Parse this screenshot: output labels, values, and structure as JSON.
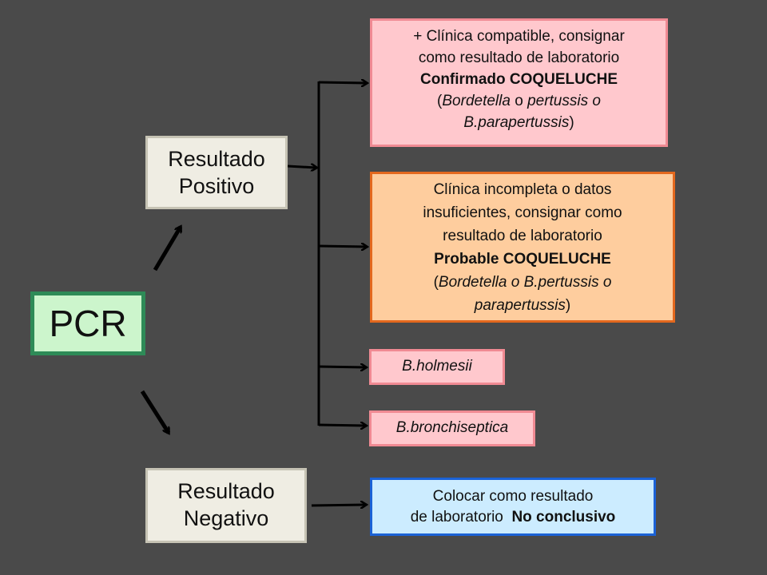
{
  "pcr": {
    "label": "PCR"
  },
  "positive": {
    "line1": "Resultado",
    "line2": "Positivo"
  },
  "negative": {
    "line1": "Resultado",
    "line2": "Negativo"
  },
  "confirmed": {
    "line1": "+ Clínica compatible, consignar",
    "line2": "como resultado de laboratorio",
    "line3": "Confirmado COQUELUCHE",
    "line4_open": "(",
    "line4_italic": "Bordetella",
    "line4_mid": " o ",
    "line4_italic2": "pertussis o",
    "line5_italic": "B.parapertussis",
    "line5_close": ")"
  },
  "probable": {
    "line1": "Clínica incompleta o datos",
    "line2": "insuficientes, consignar como",
    "line3": "resultado de laboratorio",
    "line4": "Probable COQUELUCHE",
    "line5_open": "(",
    "line5_italic": "Bordetella o B.pertussis o",
    "line6_italic": "parapertussis",
    "line6_close": ")"
  },
  "holmesii": {
    "label": "B.holmesii"
  },
  "bronchiseptica": {
    "label": "B.bronchiseptica"
  },
  "inconclusive": {
    "line1": "Colocar como resultado",
    "line2_plain": "de laboratorio  ",
    "line2_bold": "No conclusivo"
  },
  "colors": {
    "background": "#4a4a4a",
    "pcr_fill": "#ccf5cc",
    "pcr_border": "#2e8b57",
    "confirmed_fill": "#ffc8cd",
    "probable_fill": "#fecd9e",
    "probable_border": "#e3681e",
    "inconclusive_fill": "#ccecff",
    "inconclusive_border": "#1b62d6"
  }
}
